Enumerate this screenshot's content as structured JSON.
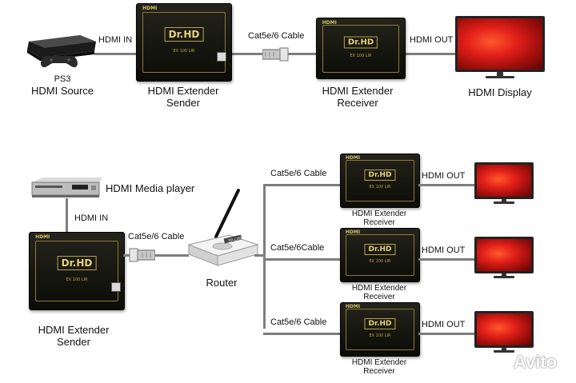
{
  "top": {
    "source_model": "PS3",
    "source_label": "HDMI Source",
    "hdmi_in": "HDMI IN",
    "cable": "Cat5e/6 Cable",
    "hdmi_out": "HDMI OUT",
    "sender_label": [
      "HDMI Extender",
      "Sender"
    ],
    "receiver_label": [
      "HDMI Extender",
      "Receiver"
    ],
    "display_label": "HDMI  Display"
  },
  "bottom": {
    "media_player": "HDMI Media player",
    "hdmi_in": "HDMI IN",
    "router_cable": "Cat5e/6 Cable",
    "router_label": "Router",
    "router_brand": "TP-LINK",
    "sender_label": [
      "HDMI Extender",
      "Sender"
    ],
    "branches": [
      {
        "cable": "Cat5e/6 Cable",
        "hdmi_out": "HDMI OUT",
        "receiver_label": [
          "HDMI Extender",
          "Receiver"
        ]
      },
      {
        "cable": "Cat5e/6Cable",
        "hdmi_out": "HDMI OUT",
        "receiver_label": [
          "HDMI Extender",
          "Receiver"
        ]
      },
      {
        "cable": "Cat5e/6 Cable",
        "hdmi_out": "HDMI OUT",
        "receiver_label": [
          "HDMI Extender",
          "Receiver"
        ]
      }
    ]
  },
  "device": {
    "logo": "Dr.HD",
    "model": "EX 100 LIR",
    "brand": "HDMI"
  },
  "watermark": "Avito"
}
